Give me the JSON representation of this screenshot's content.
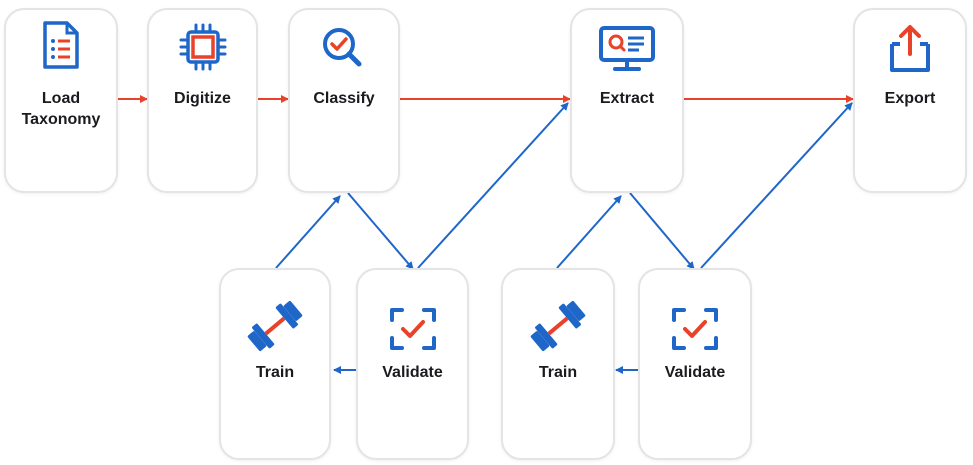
{
  "colors": {
    "accent_orange": "#e8432a",
    "accent_blue": "#1f66c9",
    "text": "#1b1b1f",
    "card_border": "#e4e4e6"
  },
  "steps": {
    "load_taxonomy": {
      "label": "Load\nTaxonomy",
      "icon": "document-list-icon"
    },
    "digitize": {
      "label": "Digitize",
      "icon": "chip-icon"
    },
    "classify": {
      "label": "Classify",
      "icon": "magnifier-check-icon"
    },
    "extract": {
      "label": "Extract",
      "icon": "monitor-search-icon"
    },
    "export": {
      "label": "Export",
      "icon": "export-tray-icon"
    },
    "train_1": {
      "label": "Train",
      "icon": "dumbbell-icon"
    },
    "validate_1": {
      "label": "Validate",
      "icon": "focus-check-icon"
    },
    "train_2": {
      "label": "Train",
      "icon": "dumbbell-icon"
    },
    "validate_2": {
      "label": "Validate",
      "icon": "focus-check-icon"
    }
  }
}
